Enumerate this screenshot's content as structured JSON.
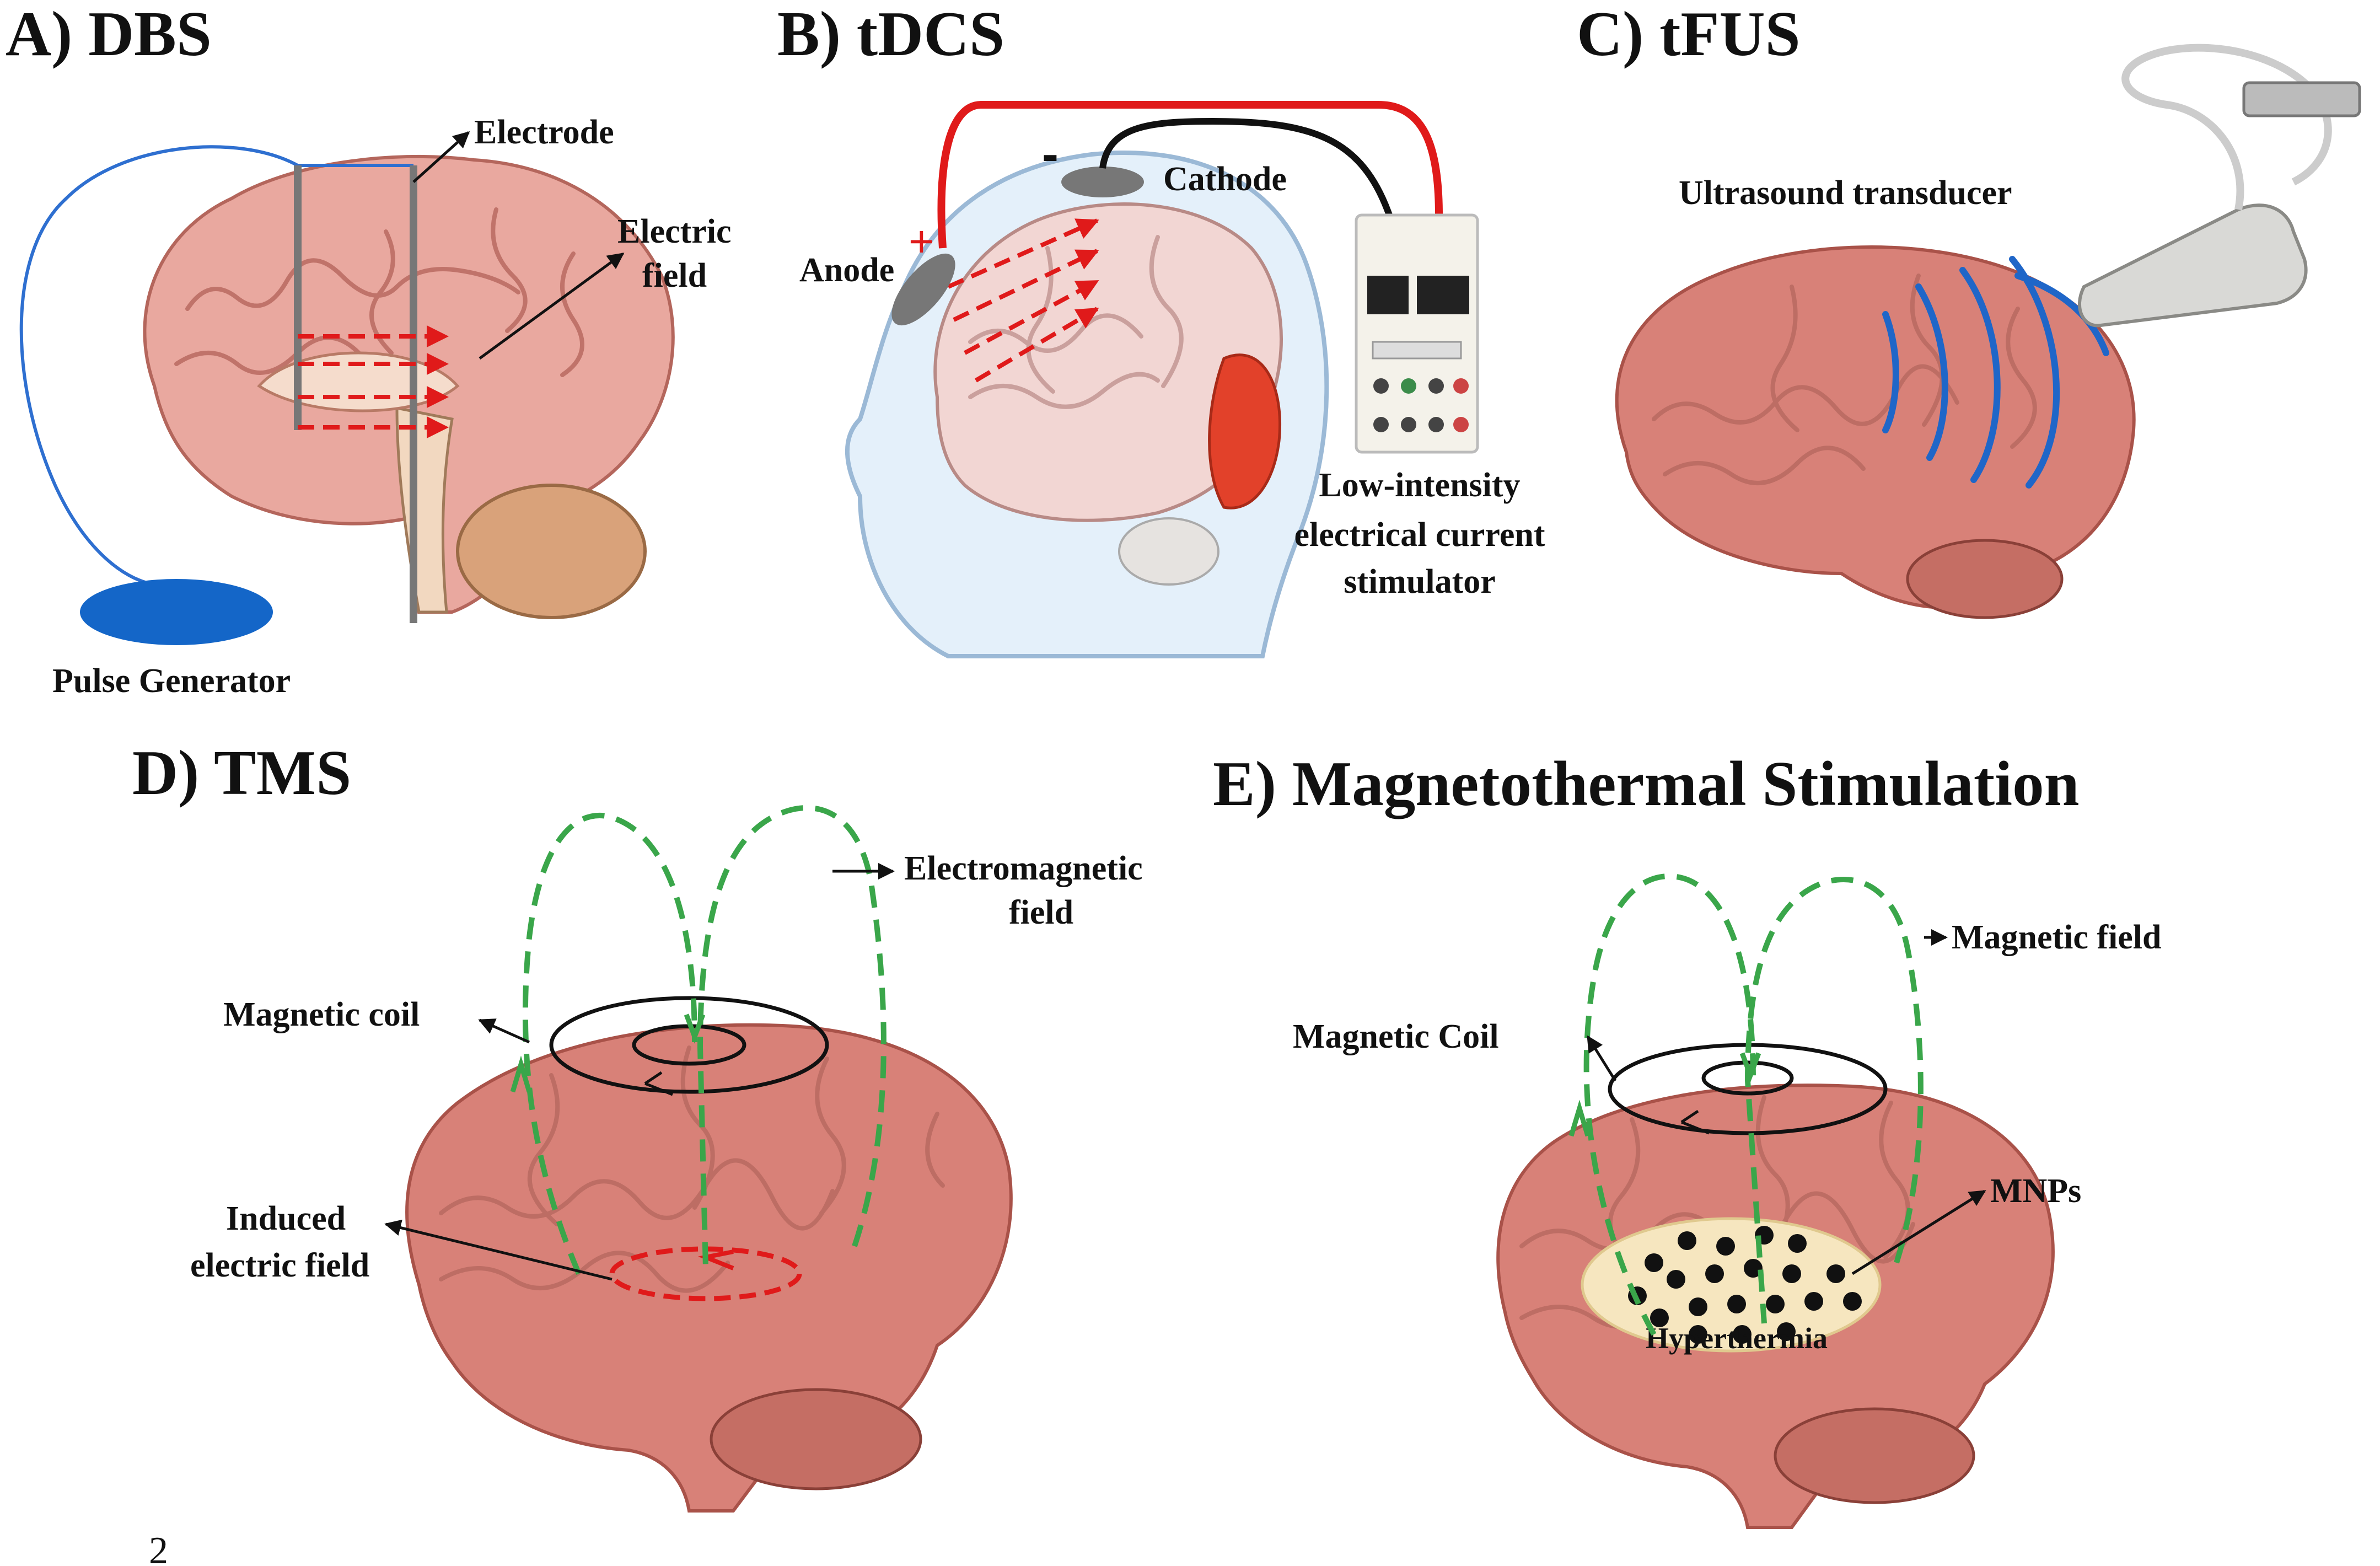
{
  "panels": {
    "dbs": {
      "title": "A) DBS",
      "electrode": "Electrode",
      "field_line1": "Electric",
      "field_line2": "field",
      "generator": "Pulse Generator"
    },
    "tdcs": {
      "title": "B) tDCS",
      "cathode": "Cathode",
      "anode": "Anode",
      "plus": "+",
      "minus": "-",
      "stim_line1": "Low-intensity",
      "stim_line2": "electrical current",
      "stim_line3": "stimulator"
    },
    "tfus": {
      "title": "C) tFUS",
      "transducer": "Ultrasound  transducer"
    },
    "tms": {
      "title": "D) TMS",
      "em_line1": "Electromagnetic",
      "em_line2": "field",
      "coil": "Magnetic coil",
      "induced_line1": "Induced",
      "induced_line2": "electric field"
    },
    "mts": {
      "title": "E) Magnetothermal Stimulation",
      "field": "Magnetic field",
      "coil": "Magnetic Coil",
      "mnps": "MNPs",
      "hyper": "Hyperthermia"
    }
  },
  "page_number": "2",
  "colors": {
    "green": "#3aa64a",
    "red": "#e01a1a",
    "blue": "#1f5fbf",
    "brain": "#e9a89f"
  }
}
